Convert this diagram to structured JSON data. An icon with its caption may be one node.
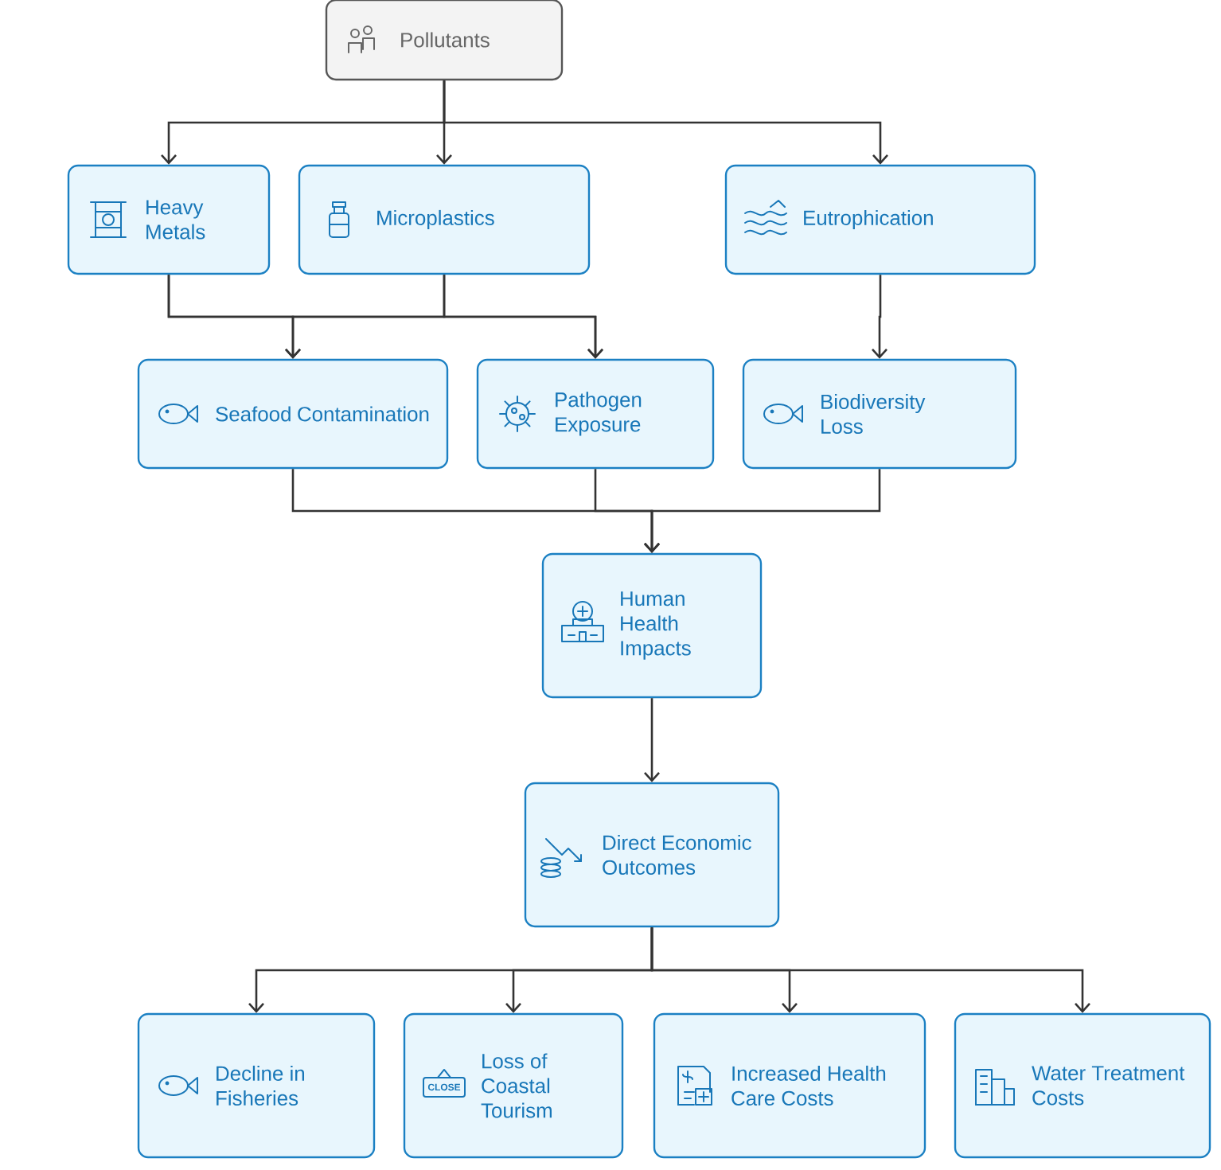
{
  "diagram": {
    "nodes": [
      {
        "text": [
          "Pollutants"
        ]
      },
      {
        "text": [
          "Heavy Metals"
        ]
      },
      {
        "text": [
          "Microplastics"
        ]
      },
      {
        "text": [
          "Eutrophication"
        ]
      },
      {
        "text": [
          "Seafood Contamination"
        ]
      },
      {
        "text": [
          "Pathogen Exposure"
        ]
      },
      {
        "text": [
          "Biodiversity Loss"
        ]
      },
      {
        "text": [
          "Human Health Impacts"
        ]
      },
      {
        "text": [
          "Direct Economic Outcomes"
        ]
      },
      {
        "text": [
          "Decline in Fisheries"
        ]
      },
      {
        "text": [
          "Loss of Coastal Tourism"
        ]
      },
      {
        "text": [
          "Increased Health Care Costs"
        ]
      },
      {
        "text": [
          "Water Treatment Costs"
        ]
      }
    ],
    "edges": [
      {
        "from": 0,
        "to": 1,
        "arrow": "to"
      },
      {
        "from": 0,
        "to": 2,
        "arrow": "to"
      },
      {
        "from": 0,
        "to": 3,
        "arrow": "to"
      },
      {
        "from": 1,
        "to": 4,
        "arrow": "to"
      },
      {
        "from": 1,
        "to": 5,
        "arrow": "to"
      },
      {
        "from": 2,
        "to": 4,
        "arrow": "to"
      },
      {
        "from": 2,
        "to": 5,
        "arrow": "to"
      },
      {
        "from": 3,
        "to": 6,
        "arrow": "to"
      },
      {
        "from": 4,
        "to": 7,
        "arrow": "to"
      },
      {
        "from": 5,
        "to": 7,
        "arrow": "to"
      },
      {
        "from": 6,
        "to": 7,
        "arrow": "to"
      },
      {
        "from": 7,
        "to": 8,
        "arrow": "to"
      },
      {
        "from": 8,
        "to": 9,
        "arrow": "to"
      },
      {
        "from": 8,
        "to": 10,
        "arrow": "to"
      },
      {
        "from": 8,
        "to": 11,
        "arrow": "to"
      },
      {
        "from": 8,
        "to": 12,
        "arrow": "to"
      }
    ],
    "labels": [
      "CLOSE"
    ]
  }
}
